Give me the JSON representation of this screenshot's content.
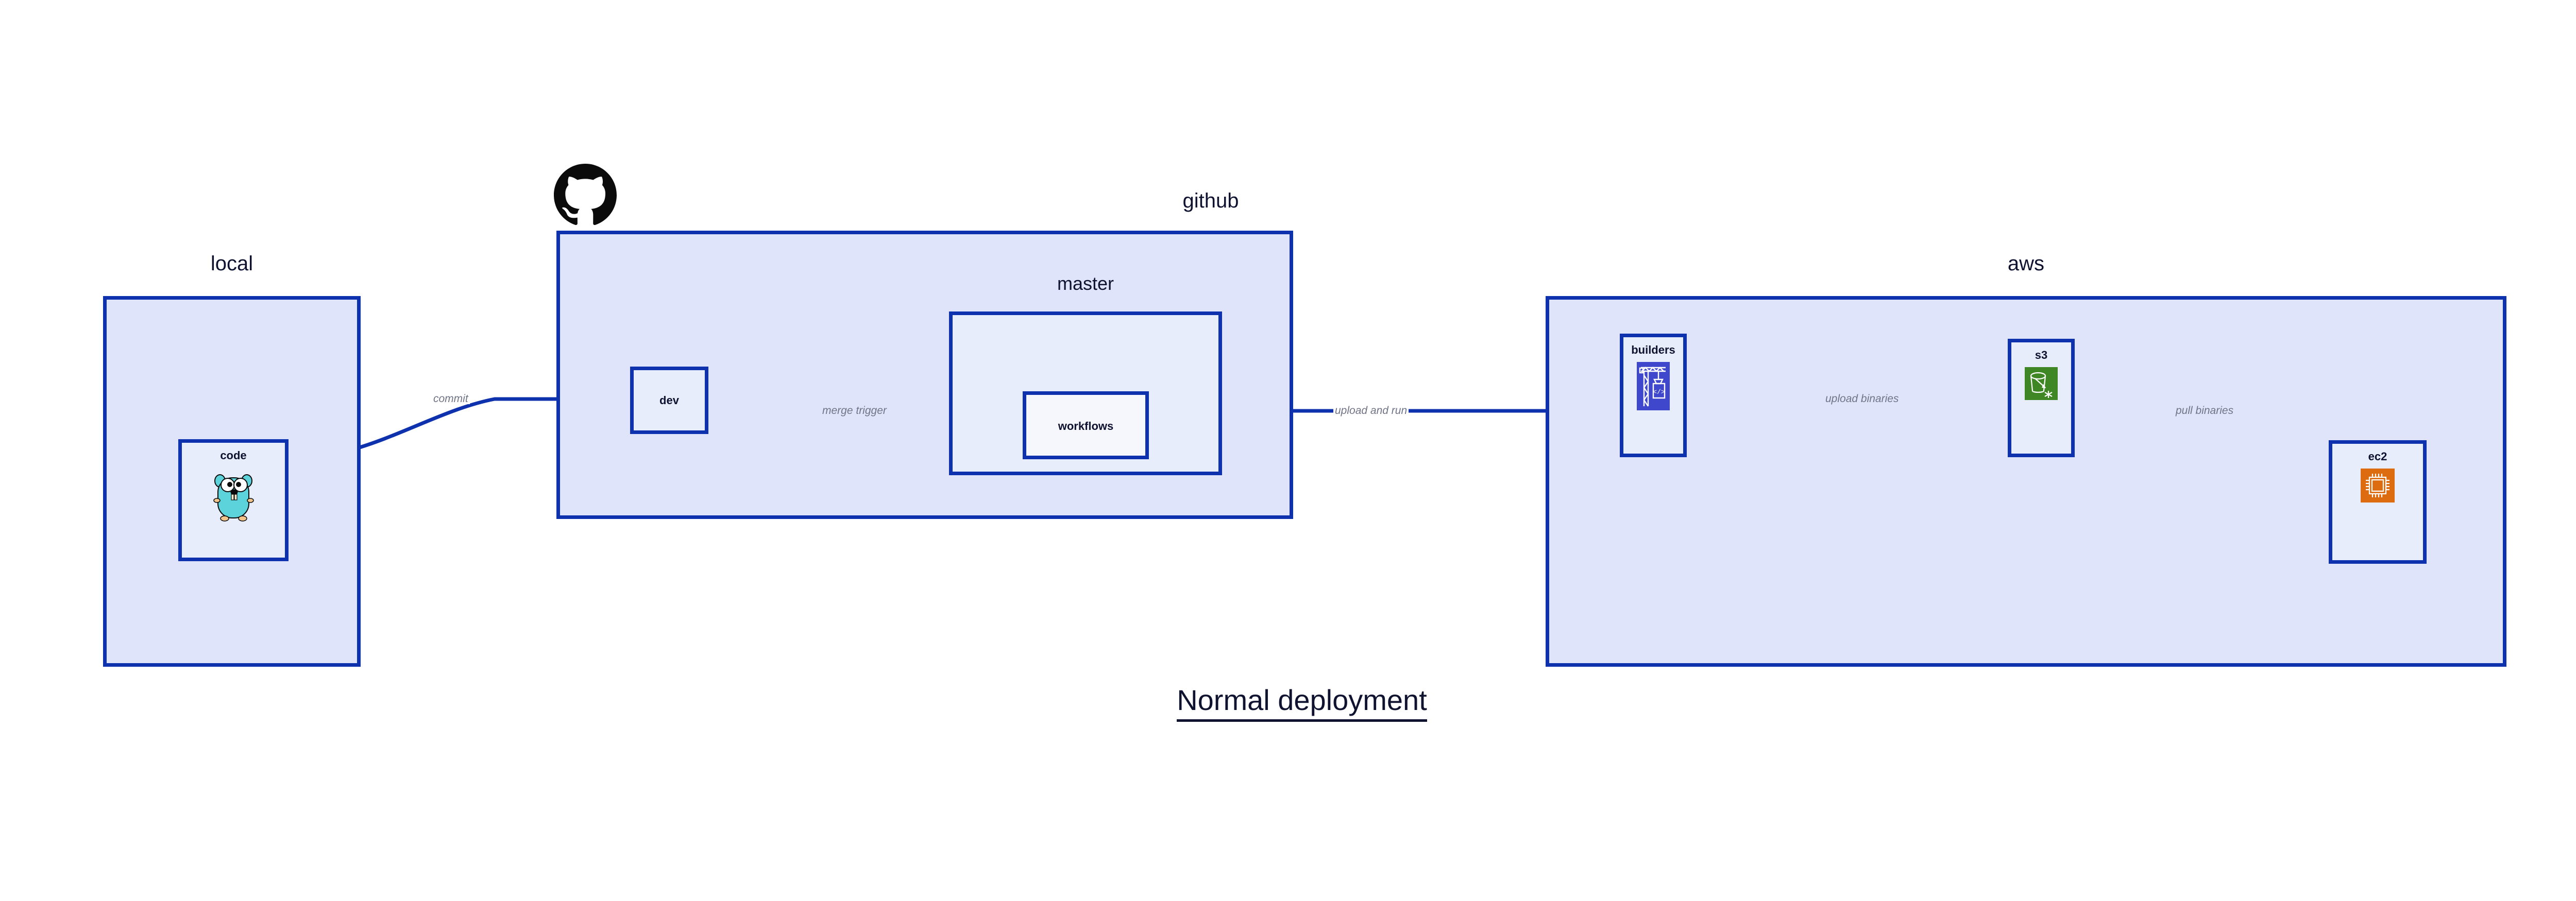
{
  "diagram": {
    "title": "Normal deployment",
    "background_color": "#ffffff",
    "accent_border_color": "#0e31ad",
    "group_fill_color": "#dfe4fa",
    "node_fill_color": "#e8edfb",
    "label_text_color": "#101330",
    "edge_label_color": "#6f7487"
  },
  "groups": [
    {
      "id": "local",
      "label": "local",
      "nodes": [
        {
          "id": "code",
          "label": "code",
          "icon": "go-gopher-icon"
        }
      ]
    },
    {
      "id": "github",
      "label": "github",
      "icon": "github-octocat-icon",
      "nodes": [
        {
          "id": "dev",
          "label": "dev",
          "icon": "none"
        }
      ],
      "subgroups": [
        {
          "id": "master",
          "label": "master",
          "nodes": [
            {
              "id": "workflows",
              "label": "workflows",
              "icon": "none"
            }
          ]
        }
      ]
    },
    {
      "id": "aws",
      "label": "aws",
      "nodes": [
        {
          "id": "builders",
          "label": "builders",
          "icon": "aws-codebuild-crane-icon",
          "icon_color": "#3f48cc"
        },
        {
          "id": "s3",
          "label": "s3",
          "icon": "aws-s3-bucket-icon",
          "icon_color": "#3f8624"
        },
        {
          "id": "ec2",
          "label": "ec2",
          "icon": "aws-ec2-chip-icon",
          "icon_color": "#dd6b10"
        }
      ]
    }
  ],
  "edges": [
    {
      "id": "commit",
      "label": "commit",
      "from": "code",
      "to": "dev"
    },
    {
      "id": "merge-trigger",
      "label": "merge trigger",
      "from": "dev",
      "to": "workflows"
    },
    {
      "id": "upload-and-run",
      "label": "upload and run",
      "from": "workflows",
      "to": "builders"
    },
    {
      "id": "upload-binaries",
      "label": "upload binaries",
      "from": "builders",
      "to": "s3"
    },
    {
      "id": "pull-binaries",
      "label": "pull binaries",
      "from": "s3",
      "to": "ec2"
    }
  ]
}
